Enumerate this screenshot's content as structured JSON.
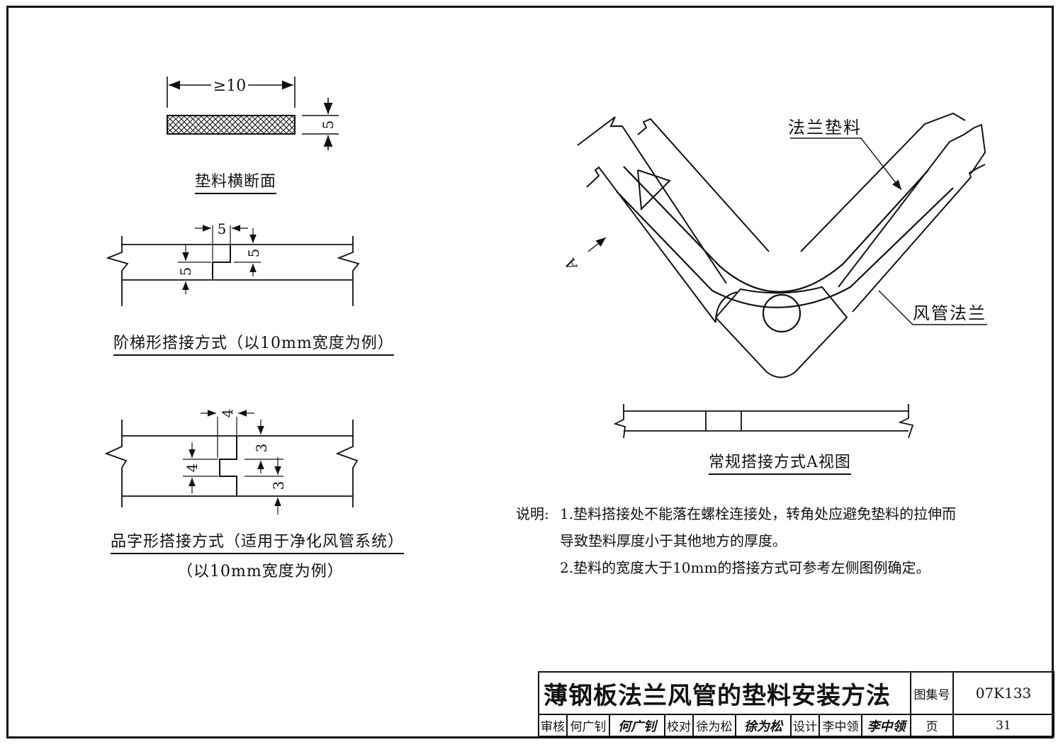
{
  "figures": {
    "gasket_section": {
      "caption": "垫料横断面",
      "width_dim": "≥10",
      "thickness_dim": "5"
    },
    "step_joint": {
      "caption": "阶梯形搭接方式（以10mm宽度为例）",
      "dim_top": "5",
      "dim_left": "5",
      "dim_right": "5"
    },
    "pin_joint": {
      "caption": "品字形搭接方式（适用于净化风管系统）",
      "caption_line2": "（以10mm宽度为例）",
      "dim_top": "4",
      "dim_left": "4",
      "dim_right_upper": "3",
      "dim_right_lower": "3"
    },
    "corner_view": {
      "label_gasket": "法兰垫料",
      "label_flange": "风管法兰",
      "view_marker": "A"
    },
    "a_view": {
      "caption": "常规搭接方式A视图"
    }
  },
  "notes": {
    "label": "说明:",
    "items": [
      "1.垫料搭接处不能落在螺栓连接处，转角处应避免垫料的拉伸而",
      "导致垫料厚度小于其他地方的厚度。",
      "2.垫料的宽度大于10mm的搭接方式可参考左侧图例确定。"
    ]
  },
  "title_block": {
    "title": "薄钢板法兰风管的垫料安装方法",
    "atlas_label": "图集号",
    "atlas_no": "07K133",
    "review_label": "审核",
    "review_name": "何广钊",
    "review_sign": "何广钊",
    "check_label": "校对",
    "check_name": "徐为松",
    "check_sign": "徐为松",
    "design_label": "设计",
    "design_name": "李中领",
    "design_sign": "李中领",
    "page_label": "页",
    "page_no": "31"
  }
}
